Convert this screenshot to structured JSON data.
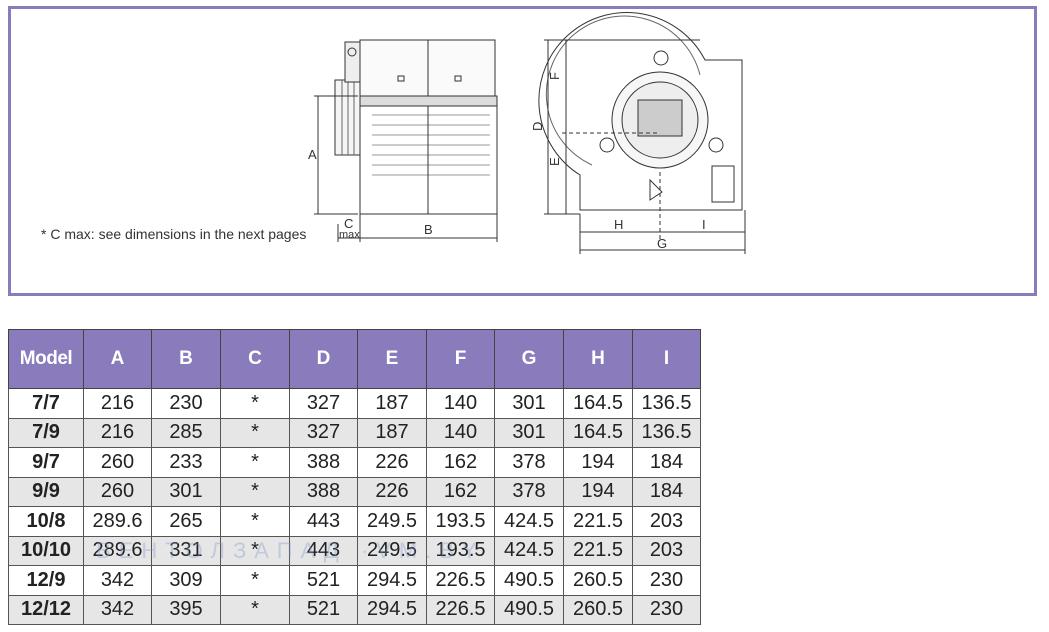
{
  "footnote": "* C max: see dimensions in the next pages",
  "drawing_labels": {
    "A": "A",
    "B": "B",
    "C": "C",
    "max": "max",
    "D": "D",
    "E": "E",
    "F": "F",
    "G": "G",
    "H": "H",
    "I": "I"
  },
  "table": {
    "headers": [
      "Model",
      "A",
      "B",
      "C",
      "D",
      "E",
      "F",
      "G",
      "H",
      "I"
    ],
    "rows": [
      [
        "7/7",
        "216",
        "230",
        "*",
        "327",
        "187",
        "140",
        "301",
        "164.5",
        "136.5"
      ],
      [
        "7/9",
        "216",
        "285",
        "*",
        "327",
        "187",
        "140",
        "301",
        "164.5",
        "136.5"
      ],
      [
        "9/7",
        "260",
        "233",
        "*",
        "388",
        "226",
        "162",
        "378",
        "194",
        "184"
      ],
      [
        "9/9",
        "260",
        "301",
        "*",
        "388",
        "226",
        "162",
        "378",
        "194",
        "184"
      ],
      [
        "10/8",
        "289.6",
        "265",
        "*",
        "443",
        "249.5",
        "193.5",
        "424.5",
        "221.5",
        "203"
      ],
      [
        "10/10",
        "289.6",
        "331",
        "*",
        "443",
        "249.5",
        "193.5",
        "424.5",
        "221.5",
        "203"
      ],
      [
        "12/9",
        "342",
        "309",
        "*",
        "521",
        "294.5",
        "226.5",
        "490.5",
        "260.5",
        "230"
      ],
      [
        "12/12",
        "342",
        "395",
        "*",
        "521",
        "294.5",
        "226.5",
        "490.5",
        "260.5",
        "230"
      ]
    ]
  },
  "watermark": "ВЕНТОЛЗАПАД ·VM.BY",
  "colors": {
    "accent": "#8a7bbd",
    "row_alt": "#e6e6e6"
  }
}
